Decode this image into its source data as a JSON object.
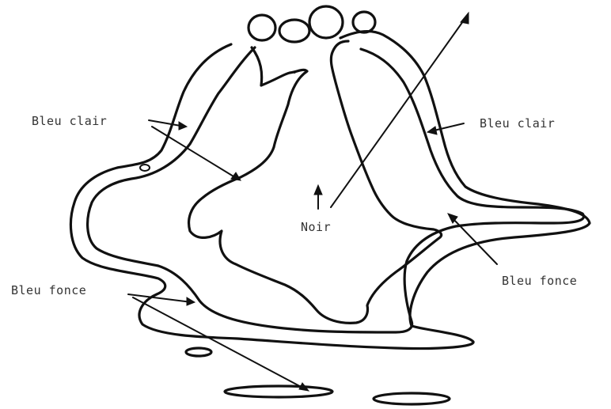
{
  "colors": {
    "ink": "#111111",
    "label": "#333333",
    "background": "#ffffff"
  },
  "labels": {
    "bleu_clair_left": "Bleu clair",
    "bleu_clair_right": "Bleu clair",
    "noir": "Noir",
    "bleu_fonce_left": "Bleu fonce",
    "bleu_fonce_right": "Bleu fonce"
  }
}
